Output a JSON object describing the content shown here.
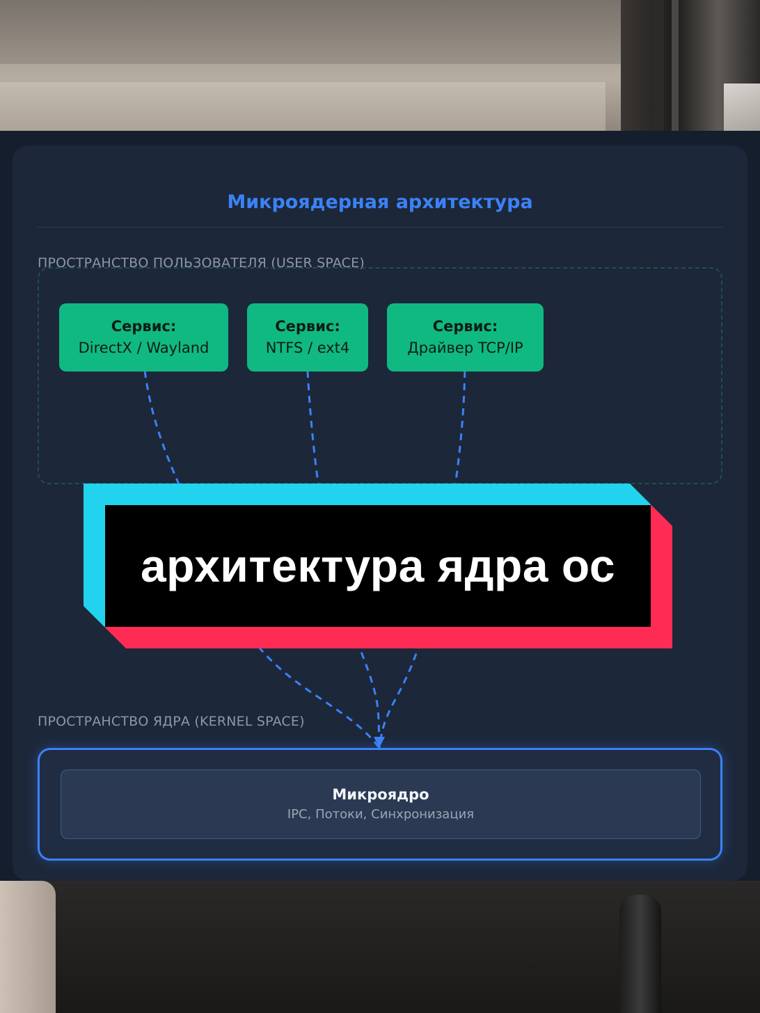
{
  "diagram": {
    "title": "Микроядерная архитектура",
    "user_space_label": "ПРОСТРАНСТВО ПОЛЬЗОВАТЕЛЯ (USER SPACE)",
    "kernel_space_label": "ПРОСТРАНСТВО ЯДРА (KERNEL SPACE)",
    "services": [
      {
        "head": "Сервис:",
        "name": "DirectX / Wayland"
      },
      {
        "head": "Сервис:",
        "name": "NTFS / ext4"
      },
      {
        "head": "Сервис:",
        "name": "Драйвер TCP/IP"
      }
    ],
    "kernel": {
      "title": "Микроядро",
      "subtitle": "IPC, Потоки, Синхронизация"
    },
    "colors": {
      "title": "#3b82f6",
      "service_fill": "#10b981",
      "link": "#3b82f6",
      "kernel_border": "#3b82f6"
    }
  },
  "caption": {
    "text": "архитектура ядра ос"
  }
}
